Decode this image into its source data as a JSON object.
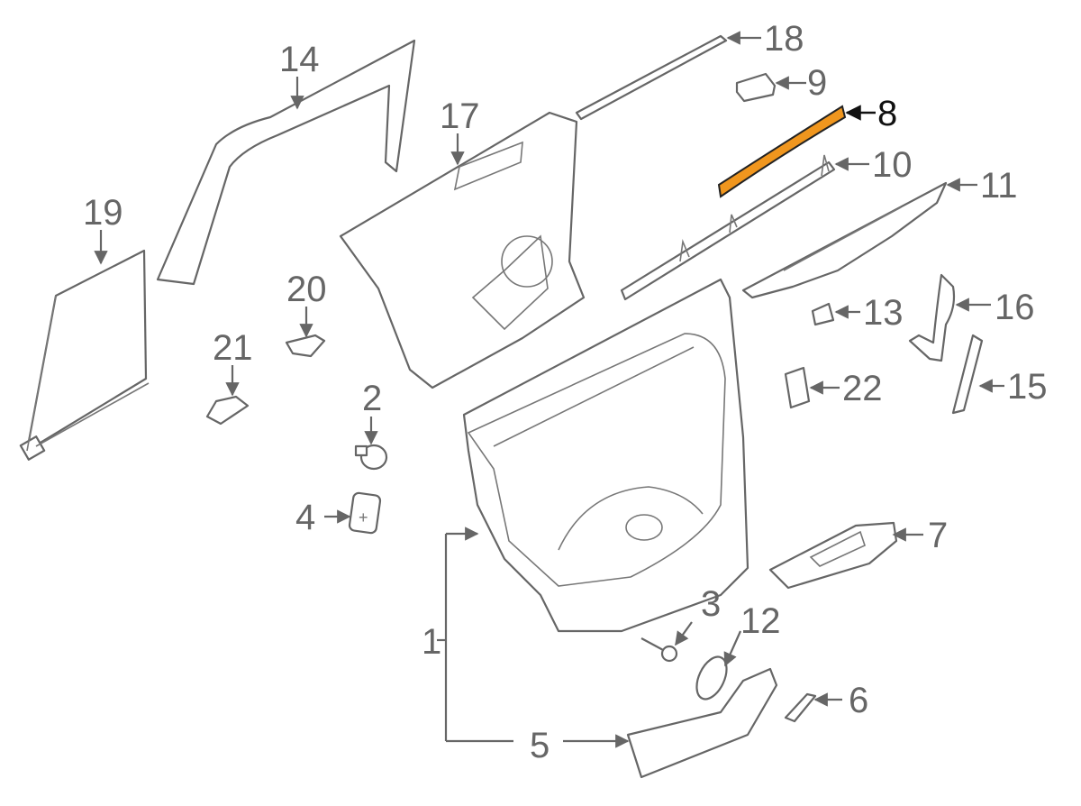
{
  "diagram": {
    "highlight_color": "#F0961E",
    "highlighted_part": "8",
    "callouts": {
      "c1": "1",
      "c2": "2",
      "c3": "3",
      "c4": "4",
      "c5": "5",
      "c6": "6",
      "c7": "7",
      "c8": "8",
      "c9": "9",
      "c10": "10",
      "c11": "11",
      "c12": "12",
      "c13": "13",
      "c14": "14",
      "c15": "15",
      "c16": "16",
      "c17": "17",
      "c18": "18",
      "c19": "19",
      "c20": "20",
      "c21": "21",
      "c22": "22"
    }
  }
}
